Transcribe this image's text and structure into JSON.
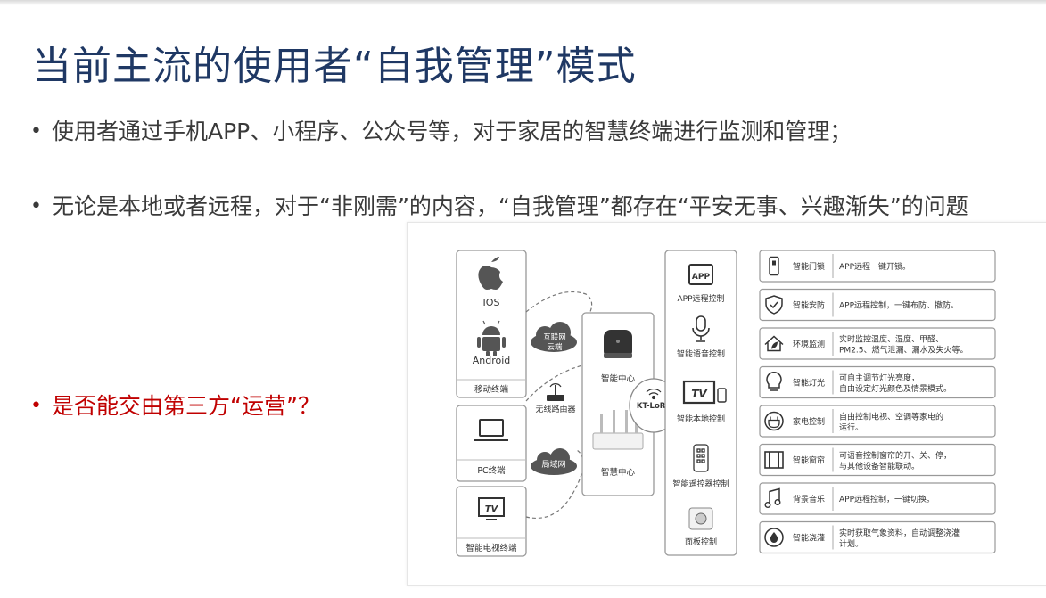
{
  "slide": {
    "title": "当前主流的使用者“自我管理”模式",
    "bullets": [
      "使用者通过手机APP、小程序、公众号等，对于家居的智慧终端进行监测和管理；",
      "无论是本地或者远程，对于“非刚需”的内容，“自我管理”都存在“平安无事、兴趣渐失”的问题",
      "是否能交由第三方“运营”？"
    ],
    "bullet_colors": [
      "#3a3a3a",
      "#3a3a3a",
      "#c00000"
    ]
  },
  "diagram": {
    "left": {
      "mobile_os": [
        "IOS",
        "Android"
      ],
      "mobile_label": "移动终端",
      "pc_label": "PC终端",
      "tv_label": "智能电视终端",
      "tv_icon_text": "TV"
    },
    "clouds": {
      "internet": "互联网\n云端",
      "lan": "局域网"
    },
    "router_label": "无线路由器",
    "hub": {
      "top_label": "智能中心",
      "bottom_label": "智慧中心"
    },
    "kt_lora": "KT-LoRa",
    "controls": [
      {
        "label": "APP远程控制",
        "icon": "app-icon",
        "icon_text": "APP"
      },
      {
        "label": "智能语音控制",
        "icon": "microphone-icon"
      },
      {
        "label": "智能本地控制",
        "icon": "tv-phone-icon",
        "icon_text": "TV"
      },
      {
        "label": "智能遥控器控制",
        "icon": "remote-control-icon"
      },
      {
        "label": "面板控制",
        "icon": "panel-switch-icon"
      }
    ],
    "features": [
      {
        "name": "智能门锁",
        "icon": "door-lock-icon",
        "desc": [
          "APP远程一键开锁。"
        ]
      },
      {
        "name": "智能安防",
        "icon": "shield-check-icon",
        "desc": [
          "APP远程控制，一键布防、撤防。"
        ]
      },
      {
        "name": "环境监测",
        "icon": "house-leaf-icon",
        "desc": [
          "实时监控温度、湿度、甲醛、",
          "PM2.5、燃气泄漏、漏水及失火等。"
        ]
      },
      {
        "name": "智能灯光",
        "icon": "light-bulb-icon",
        "desc": [
          "可自主调节灯光亮度，",
          "自由设定灯光颜色及情景模式。"
        ]
      },
      {
        "name": "家电控制",
        "icon": "power-plug-icon",
        "desc": [
          "自由控制电视、空调等家电的",
          "运行。"
        ]
      },
      {
        "name": "智能窗帘",
        "icon": "curtain-icon",
        "desc": [
          "可语音控制窗帘的开、关、停，",
          "与其他设备智能联动。"
        ]
      },
      {
        "name": "背景音乐",
        "icon": "music-note-icon",
        "desc": [
          "APP远程控制，一键切换。"
        ]
      },
      {
        "name": "智能浇灌",
        "icon": "water-drop-icon",
        "desc": [
          "实时获取气象资料，自动调整浇灌",
          "计划。"
        ]
      }
    ]
  }
}
